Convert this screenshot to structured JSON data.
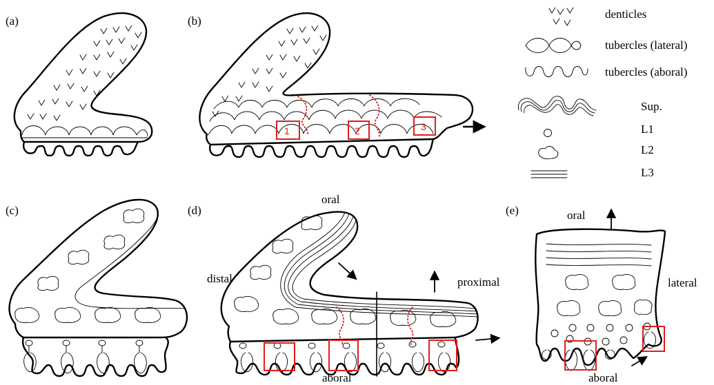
{
  "panels": {
    "a": "(a)",
    "b": "(b)",
    "c": "(c)",
    "d": "(d)",
    "e": "(e)"
  },
  "legend": {
    "denticles": "denticles",
    "tubercles_lateral": "tubercles (lateral)",
    "tubercles_aboral": "tubercles (aboral)",
    "sup": "Sup.",
    "l1": "L1",
    "l2": "L2",
    "l3": "L3"
  },
  "boxes_b": [
    "1",
    "2",
    "3"
  ],
  "labels": {
    "oral_d": "oral",
    "distal": "distal",
    "proximal": "proximal",
    "aboral_d": "aboral",
    "oral_e": "oral",
    "lateral": "lateral",
    "aboral_e": "aboral"
  },
  "colors": {
    "outline": "#000000",
    "highlight": "#e31b1b"
  }
}
